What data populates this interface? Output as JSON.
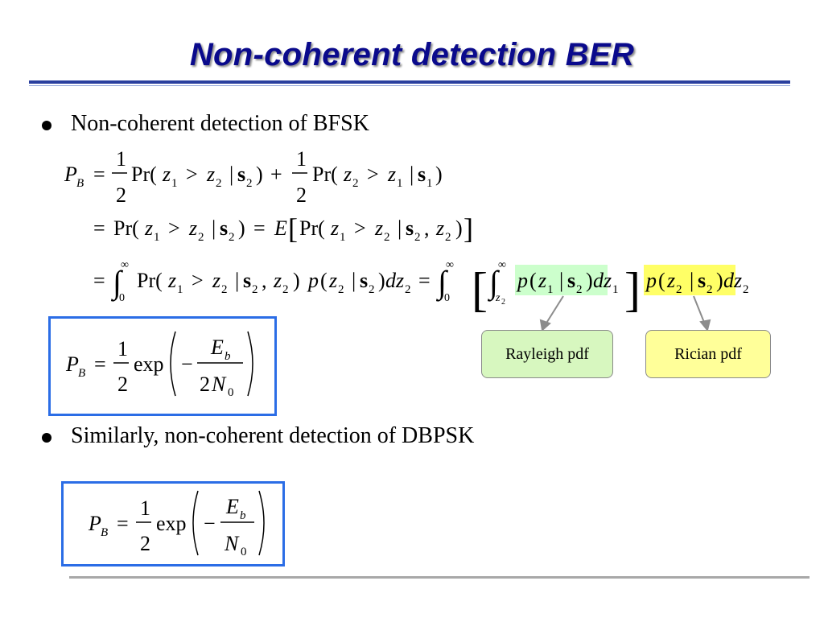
{
  "slide": {
    "title": "Non-coherent detection BER",
    "bullets": [
      "Non-coherent detection of BFSK",
      "Similarly, non-coherent detection of DBPSK"
    ],
    "callouts": {
      "rayleigh": "Rayleigh pdf",
      "rician": "Rician pdf"
    },
    "colors": {
      "title": "#0a0a8c",
      "rule": "#2a3f9e",
      "box_border": "#2b6de6",
      "rayleigh_fill": "#d7f7bf",
      "rician_fill": "#ffff99",
      "arrow": "#8c8c8c"
    }
  },
  "eq": {
    "P": "P",
    "B": "B",
    "eq": "=",
    "one": "1",
    "two": "2",
    "Pr": "Pr(",
    "z": "z",
    "gt": ">",
    "bar": "|",
    "s": "s",
    "sub1": "1",
    "sub2": "2",
    "rp": ")",
    "plus": "+",
    "E": "E",
    "comma": ",",
    "lb": "[",
    "rb": "]",
    "int": "∫",
    "inf": "∞",
    "zero": "0",
    "p": "p",
    "lp": "(",
    "d": "d",
    "minus": "−",
    "exp": "exp",
    "Eb": "E",
    "b": "b",
    "N": "N",
    "two_N": "2"
  }
}
